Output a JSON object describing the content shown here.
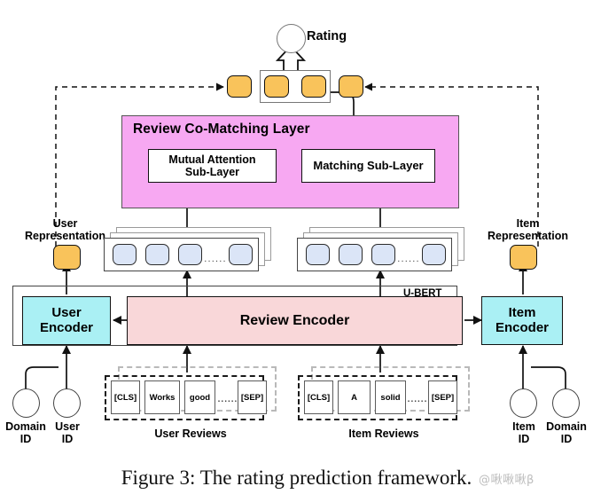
{
  "figure": {
    "caption": "Figure 3: The rating prediction framework.",
    "watermark": "@啾啾啾β"
  },
  "output": {
    "rating_label": "Rating",
    "rating_node": "rating-circle",
    "fusion_tokens": [
      "",
      "",
      "",
      ""
    ]
  },
  "co_matching": {
    "title": "Review Co-Matching Layer",
    "sublayers": [
      {
        "label": "Mutual Attention\nSub-Layer",
        "line1": "Mutual Attention",
        "line2": "Sub-Layer"
      },
      {
        "label": "Matching Sub-Layer",
        "line1": "Matching Sub-Layer",
        "line2": ""
      }
    ]
  },
  "representations": {
    "user": {
      "line1": "User",
      "line2": "Representation"
    },
    "item": {
      "line1": "Item",
      "line2": "Representation"
    }
  },
  "review_stacks": {
    "user_stack": {
      "name": "user-review-vectors",
      "token_count": 4,
      "ellipsis": "......"
    },
    "item_stack": {
      "name": "item-review-vectors",
      "token_count": 4,
      "ellipsis": "......"
    }
  },
  "ubert": {
    "tag": "U-BERT",
    "user_encoder": {
      "line1": "User",
      "line2": "Encoder"
    },
    "item_encoder": {
      "line1": "Item",
      "line2": "Encoder"
    },
    "review_encoder": "Review Encoder"
  },
  "inputs": {
    "left_ids": [
      {
        "line1": "Domain",
        "line2": "ID"
      },
      {
        "line1": "User",
        "line2": "ID"
      }
    ],
    "right_ids": [
      {
        "line1": "Item",
        "line2": "ID"
      },
      {
        "line1": "Domain",
        "line2": "ID"
      }
    ],
    "user_reviews": {
      "caption": "User Reviews",
      "tokens": [
        "[CLS]",
        "Works",
        "good",
        "[SEP]"
      ],
      "ellipsis": "......"
    },
    "item_reviews": {
      "caption": "Item Reviews",
      "tokens": [
        "[CLS]",
        "A",
        "solid",
        "[SEP]"
      ],
      "ellipsis": "......"
    }
  },
  "colors": {
    "representation_orange": "#f9c35b",
    "token_blue": "#dbe5f7",
    "encoder_cyan": "#aaf0f4",
    "review_encoder_pink": "#f9d7d9",
    "co_matching_magenta": "#f7a8f2",
    "outline": "#111111"
  }
}
